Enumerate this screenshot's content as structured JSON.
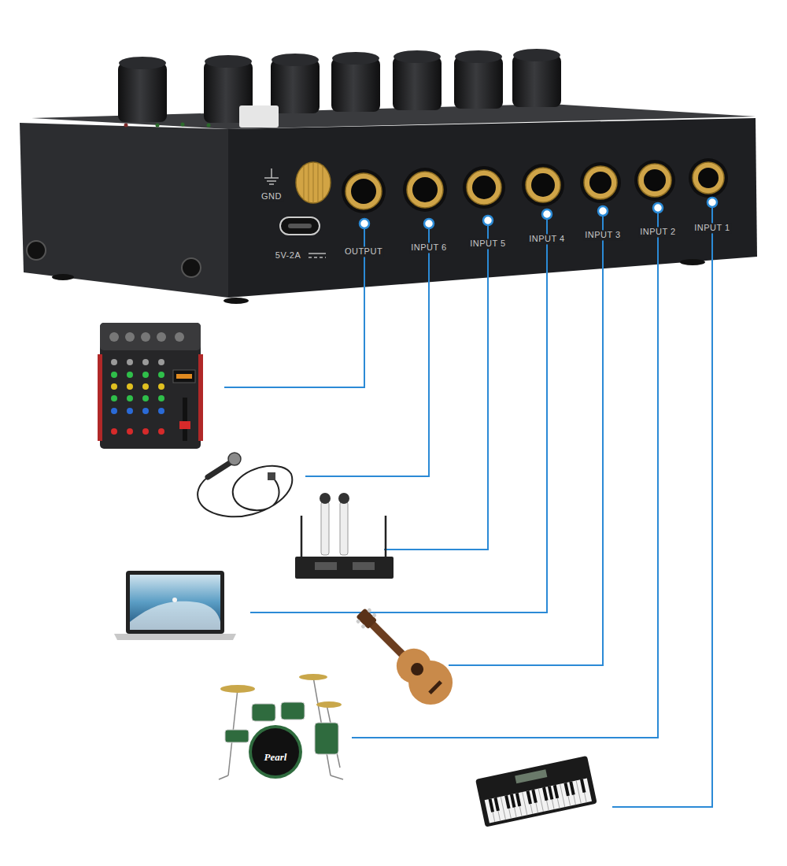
{
  "diagram": {
    "labels": [
      "GND",
      "5V-2A",
      "OUTPUT",
      "INPUT 6",
      "INPUT 5",
      "INPUT 4",
      "INPUT 3",
      "INPUT 2",
      "INPUT 1",
      "Pearl"
    ]
  }
}
